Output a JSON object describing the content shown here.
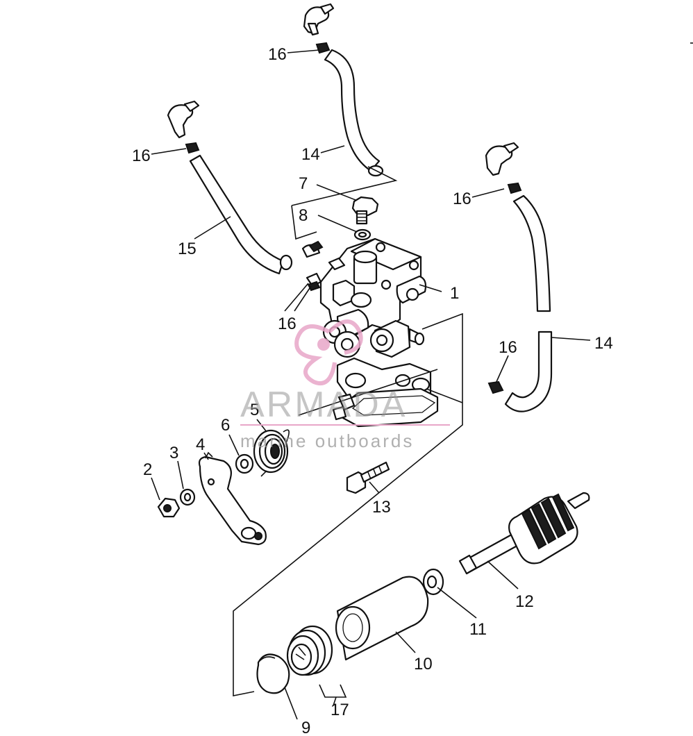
{
  "watermark": {
    "brand": "ARMADA",
    "tagline": "marine outboards",
    "accent_color": "#e8a6c8"
  },
  "diagram": {
    "callouts": [
      {
        "id": "c1",
        "text": "1"
      },
      {
        "id": "c2",
        "text": "2"
      },
      {
        "id": "c3",
        "text": "3"
      },
      {
        "id": "c4",
        "text": "4"
      },
      {
        "id": "c5",
        "text": "5"
      },
      {
        "id": "c6",
        "text": "6"
      },
      {
        "id": "c7",
        "text": "7"
      },
      {
        "id": "c8",
        "text": "8"
      },
      {
        "id": "c9",
        "text": "9"
      },
      {
        "id": "c10",
        "text": "10"
      },
      {
        "id": "c11",
        "text": "11"
      },
      {
        "id": "c12",
        "text": "12"
      },
      {
        "id": "c13",
        "text": "13"
      },
      {
        "id": "c14a",
        "text": "14"
      },
      {
        "id": "c14b",
        "text": "14"
      },
      {
        "id": "c15",
        "text": "15"
      },
      {
        "id": "c16a",
        "text": "16"
      },
      {
        "id": "c16b",
        "text": "16"
      },
      {
        "id": "c16c",
        "text": "16"
      },
      {
        "id": "c16d",
        "text": "16"
      },
      {
        "id": "c16e",
        "text": "16"
      },
      {
        "id": "c17",
        "text": "17"
      }
    ]
  }
}
